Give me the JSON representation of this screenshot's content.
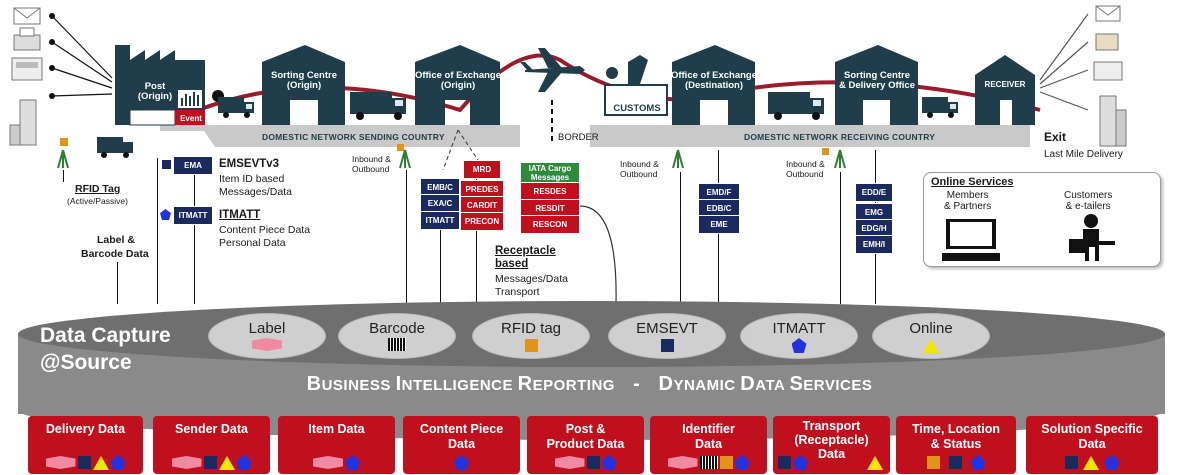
{
  "buildings": {
    "post_origin": "Post\n(Origin)",
    "event": "Event",
    "sorting_origin": "Sorting Centre\n(Origin)",
    "ooe_origin": "Office of Exchange\n(Origin)",
    "customs": "CUSTOMS",
    "ooe_destination": "Office of Exchange\n(Destination)",
    "sorting_delivery": "Sorting Centre\n& Delivery Office",
    "receiver": "RECEIVER"
  },
  "network": {
    "sending": "DOMESTIC NETWORK SENDING COUNTRY",
    "receiving": "DOMESTIC NETWORK RECEIVING COUNTRY",
    "border": "BORDER"
  },
  "exit": {
    "title": "Exit",
    "subtitle": "Last Mile Delivery"
  },
  "left_labels": {
    "rfid_tag": "RFID Tag",
    "rfid_sub": "(Active/Passive)",
    "label_barcode_1": "Label &",
    "label_barcode_2": "Barcode Data"
  },
  "ema": {
    "box": "EMA",
    "title": "EMSEVTv3",
    "line1": "Item ID based",
    "line2": "Messages/Data"
  },
  "itmatt": {
    "box": "ITMATT",
    "title": "ITMATT",
    "line1": "Content Piece Data",
    "line2": "Personal Data"
  },
  "inbound_outbound": "Inbound &\nOutbound",
  "origin_msgs": {
    "emb": "EMB/C",
    "exa": "EXA/C",
    "itmatt": "ITMATT"
  },
  "red_msgs": {
    "mrd": "MRD",
    "predes": "PREDES",
    "cardit": "CARDIT",
    "precon": "PRECON"
  },
  "iata": {
    "title": "IATA Cargo\nMessages",
    "resdes": "RESDES",
    "resdit": "RESDIT",
    "rescon": "RESCON"
  },
  "receptacle": {
    "title1": "Receptacle",
    "title2": "based",
    "line1": "Messages/Data",
    "line2": "Transport"
  },
  "dest_msgs": {
    "emd": "EMD/F",
    "edb": "EDB/C",
    "eme": "EME"
  },
  "delivery_msgs": {
    "edd": "EDD/E",
    "emg": "EMG",
    "edg": "EDG/H",
    "emh": "EMH/I"
  },
  "online_services": {
    "title": "Online Services",
    "members": "Members\n& Partners",
    "customers": "Customers\n& e-tailers"
  },
  "data_capture": {
    "line1": "Data Capture",
    "line2": "@Source"
  },
  "capture_sources": [
    "Label",
    "Barcode",
    "RFID tag",
    "EMSEVT",
    "ITMATT",
    "Online"
  ],
  "bi_title": {
    "part1_cap": "B",
    "part1_rest": "USINESS ",
    "part2_cap": "I",
    "part2_rest": "NTELLIGENCE ",
    "part3_cap": "R",
    "part3_rest": "EPORTING",
    "sep": "-",
    "part4_cap": "D",
    "part4_rest": "YNAMIC ",
    "part5_cap": "D",
    "part5_rest": "ATA ",
    "part6_cap": "S",
    "part6_rest": "ERVICES"
  },
  "data_categories": [
    "Delivery Data",
    "Sender Data",
    "Item Data",
    "Content Piece\nData",
    "Post &\nProduct Data",
    "Identifier\nData",
    "Transport\n(Receptacle)\nData",
    "Time, Location\n& Status",
    "Solution Specific\nData"
  ],
  "colors": {
    "navy": "#1b2a5e",
    "teal_building": "#1f3d4a",
    "red": "#c0101e",
    "arc_red": "#9a1b2a",
    "green": "#2e8b3a",
    "cylinder_grey": "#8a8a8a",
    "yellow": "#f2e600",
    "blue": "#2233dd",
    "orange": "#e0941a",
    "pink": "#f08aa0"
  },
  "icon_names": [
    "mail-envelope-icon",
    "printer-icon",
    "shop-icon",
    "building-icon",
    "van-icon",
    "truck-icon",
    "airplane-icon",
    "customs-officer-icon",
    "rfid-tower-icon",
    "computer-icon",
    "user-desk-icon"
  ]
}
